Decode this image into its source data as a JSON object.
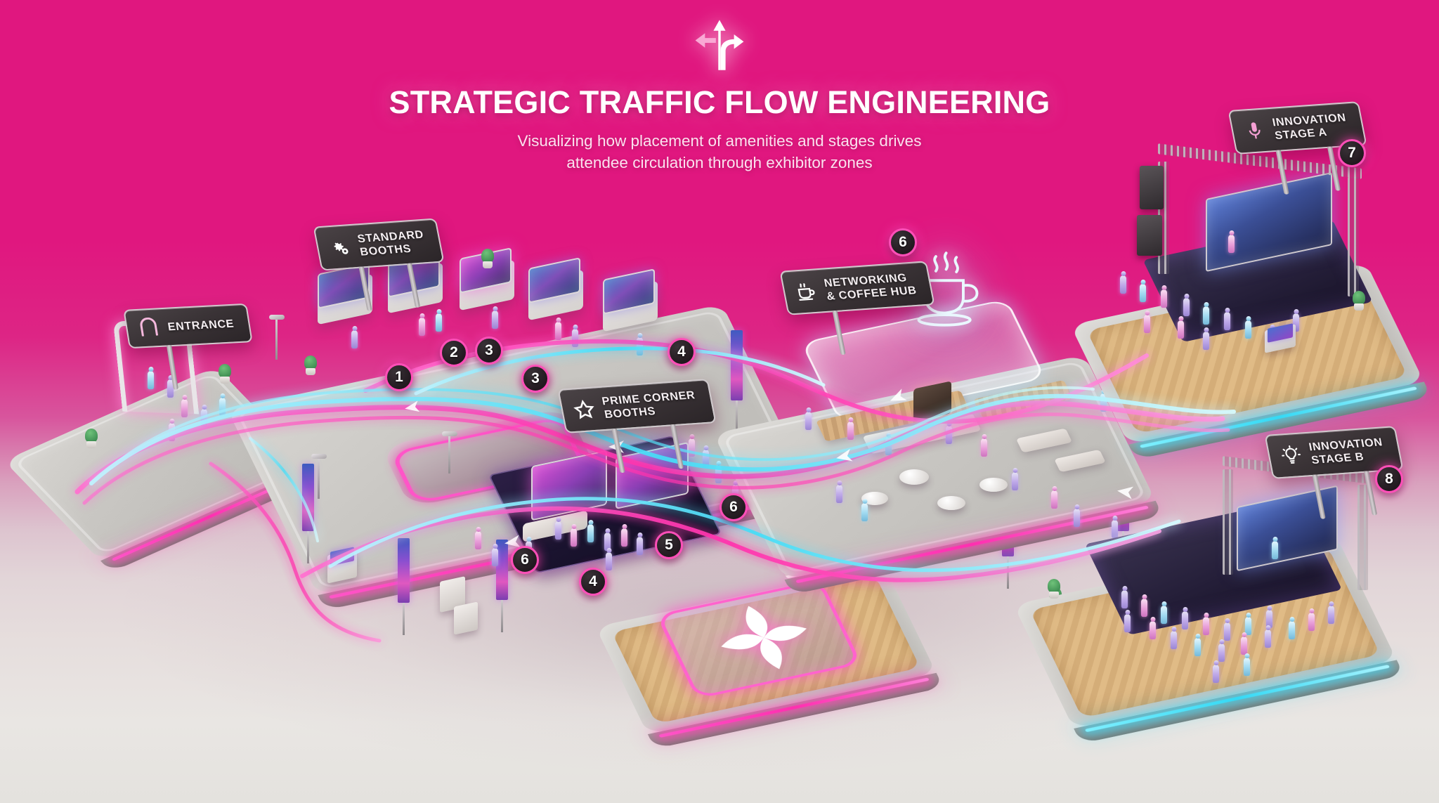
{
  "header": {
    "icon": "traffic-flow-arrows-icon",
    "title": "STRATEGIC TRAFFIC FLOW ENGINEERING",
    "subtitle_line1": "Visualizing how placement of amenities and stages drives",
    "subtitle_line2": "attendee circulation through exhibitor zones"
  },
  "theme": {
    "background_top": "#e0177f",
    "background_bottom": "#e4e2de",
    "neon_pink": "#ff3fb4",
    "neon_cyan": "#35d9f5",
    "sign_body": "#332c2f",
    "sign_border": "#cfc9cc",
    "title_color": "#ffffff",
    "subtitle_color": "#fbe2ef"
  },
  "signs": [
    {
      "id": "entrance",
      "label_line1": "ENTRANCE",
      "label_line2": "",
      "icon": "arch-entrance-icon",
      "badge": ""
    },
    {
      "id": "standard-booths",
      "label_line1": "STANDARD",
      "label_line2": "BOOTHS",
      "icon": "gears-icon",
      "badge": ""
    },
    {
      "id": "prime-corner",
      "label_line1": "PRIME CORNER",
      "label_line2": "BOOTHS",
      "icon": "star-icon",
      "badge": "4"
    },
    {
      "id": "coffee-hub",
      "label_line1": "NETWORKING",
      "label_line2": "& COFFEE HUB",
      "icon": "coffee-cup-icon",
      "badge": "6"
    },
    {
      "id": "stage-a",
      "label_line1": "INNOVATION",
      "label_line2": "STAGE A",
      "icon": "microphone-icon",
      "badge": "7"
    },
    {
      "id": "stage-b",
      "label_line1": "INNOVATION",
      "label_line2": "STAGE B",
      "icon": "lightbulb-icon",
      "badge": "8"
    }
  ],
  "zone_badges": [
    {
      "n": "1",
      "zone": "standard-booth-row-left"
    },
    {
      "n": "2",
      "zone": "standard-booth-row-mid"
    },
    {
      "n": "3",
      "zone": "standard-booth-row-center"
    },
    {
      "n": "3",
      "zone": "standard-booth-row-right"
    },
    {
      "n": "4",
      "zone": "prime-corner-sign"
    },
    {
      "n": "4",
      "zone": "prime-corner-floor"
    },
    {
      "n": "5",
      "zone": "prime-corner-aisle"
    },
    {
      "n": "6",
      "zone": "corner-booth-left"
    },
    {
      "n": "6",
      "zone": "corner-booth-right"
    }
  ],
  "amenity_island": {
    "icon": "four-petal-restroom-icon",
    "platform": "wood-deck"
  },
  "flow": {
    "pink_stream_label": "primary-circulation-loop",
    "cyan_stream_label": "secondary-circulation-loop"
  }
}
